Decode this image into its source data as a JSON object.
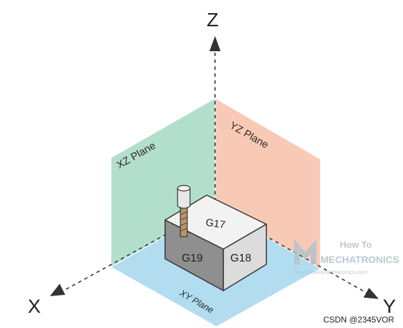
{
  "axes": {
    "z": "Z",
    "y": "Y",
    "x": "X"
  },
  "planes": {
    "xz": "XZ Plane",
    "yz": "YZ Plane",
    "xy": "XY Plane"
  },
  "block_faces": {
    "top": "G17",
    "left": "G19",
    "right": "G18"
  },
  "watermark": {
    "line1": "How To",
    "line2": "MECHATRONICS",
    "url": "www.howtomechatronics.com"
  },
  "footer": {
    "credit": "CSDN @2345VOR"
  },
  "colors": {
    "xz_plane": "#b2dfcb",
    "yz_plane": "#f8cab6",
    "xy_plane": "#b2dcf0",
    "block_top": "#f2f2f2",
    "block_left": "#8f8f8f",
    "block_right": "#dcdcdc",
    "tool": "#e8e8e8",
    "bit": "#b8986a",
    "axis": "#333333",
    "watermark": "#b4c4cc"
  }
}
